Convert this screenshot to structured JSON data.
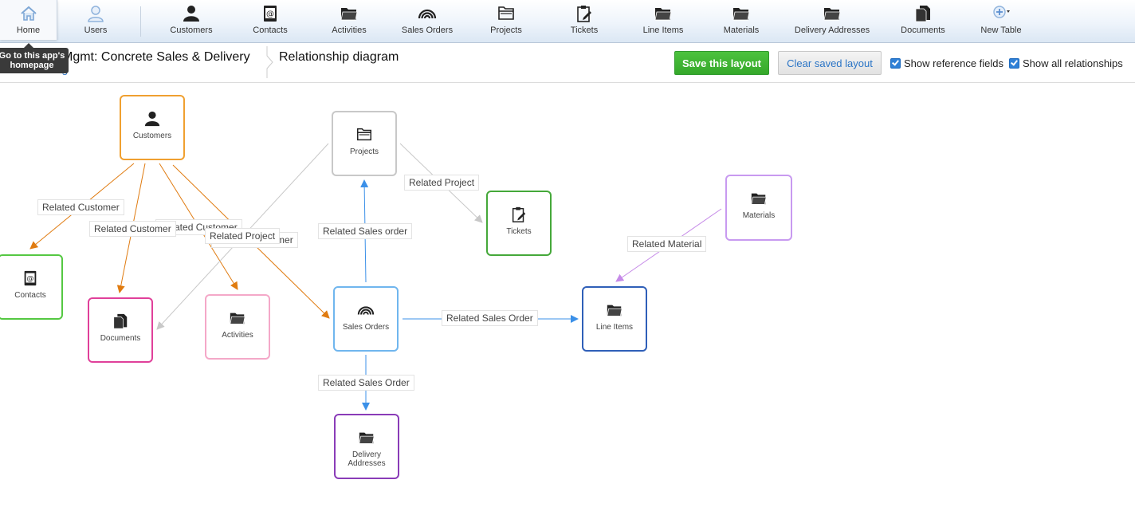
{
  "toolbar": {
    "items": [
      {
        "label": "Home",
        "icon": "home-icon"
      },
      {
        "label": "Users",
        "icon": "user-outline-icon"
      },
      {
        "label": "Customers",
        "icon": "person-icon"
      },
      {
        "label": "Contacts",
        "icon": "address-book-icon"
      },
      {
        "label": "Activities",
        "icon": "folder-icon"
      },
      {
        "label": "Sales Orders",
        "icon": "rainbow-icon"
      },
      {
        "label": "Projects",
        "icon": "folders-icon"
      },
      {
        "label": "Tickets",
        "icon": "clipboard-icon"
      },
      {
        "label": "Line Items",
        "icon": "folder-icon"
      },
      {
        "label": "Materials",
        "icon": "folder-icon"
      },
      {
        "label": "Delivery Addresses",
        "icon": "folder-icon"
      },
      {
        "label": "Documents",
        "icon": "documents-icon"
      },
      {
        "label": "New Table",
        "icon": "plus-circle-icon"
      }
    ]
  },
  "tooltip": {
    "text": "Go to this app's homepage"
  },
  "header": {
    "app_title": "Mgmt: Concrete Sales & Delivery",
    "sub_link": "s",
    "page_title": "Relationship diagram",
    "save_label": "Save this layout",
    "clear_label": "Clear saved layout",
    "show_reference_fields": "Show reference fields",
    "show_all_relationships": "Show all relationships"
  },
  "colors": {
    "customers": "#f0a030",
    "contacts": "#55c842",
    "documents": "#e0409a",
    "activities": "#f4a8c8",
    "projects": "#c8c8c8",
    "tickets": "#45a83a",
    "sales_orders": "#70b6ee",
    "line_items": "#2f5fb8",
    "materials": "#c89af0",
    "delivery_addresses": "#8a3cb8",
    "edge_orange": "#e07b10",
    "edge_gray": "#c8c8c8",
    "edge_blue": "#3b90e8",
    "edge_purple": "#c68be8"
  },
  "diagram": {
    "nodes": {
      "customers": {
        "label": "Customers",
        "icon": "person-icon"
      },
      "contacts": {
        "label": "Contacts",
        "icon": "address-book-icon"
      },
      "documents": {
        "label": "Documents",
        "icon": "documents-icon"
      },
      "activities": {
        "label": "Activities",
        "icon": "folder-icon"
      },
      "projects": {
        "label": "Projects",
        "icon": "folders-icon"
      },
      "tickets": {
        "label": "Tickets",
        "icon": "clipboard-icon"
      },
      "sales_orders": {
        "label": "Sales Orders",
        "icon": "rainbow-icon"
      },
      "line_items": {
        "label": "Line Items",
        "icon": "folder-icon"
      },
      "materials": {
        "label": "Materials",
        "icon": "folder-icon"
      },
      "delivery_addresses": {
        "label": "Delivery Addresses",
        "icon": "folder-icon"
      }
    },
    "edge_labels": {
      "customer_contacts": "Related Customer",
      "customer_documents": "Related Customer",
      "customer_activities": "Related Customer",
      "customer_sales_orders": "Related Customer",
      "project_documents": "Related Project",
      "project_tickets": "Related Project",
      "sales_order_projects": "Related Sales order",
      "sales_order_line_items": "Related Sales Order",
      "sales_order_delivery": "Related Sales Order",
      "material_line_items": "Related Material"
    }
  }
}
